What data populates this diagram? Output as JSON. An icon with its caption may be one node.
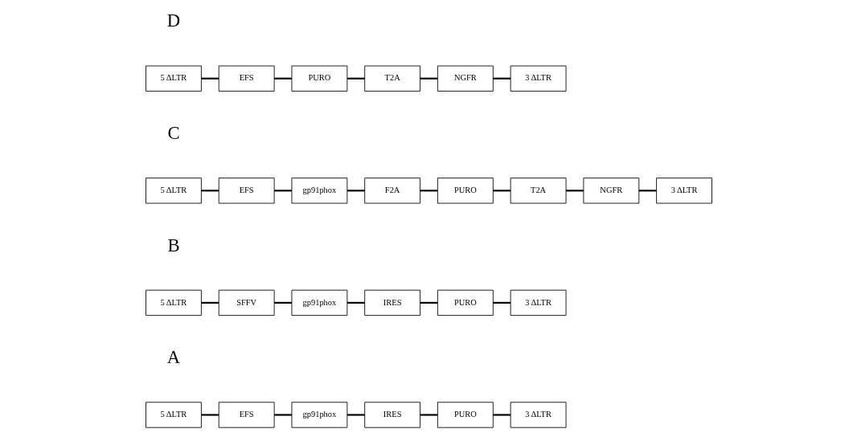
{
  "diagram": {
    "nodes": [
      {
        "text": [
          "5 ΔLTR"
        ]
      },
      {
        "text": [
          "EFS"
        ]
      },
      {
        "text": [
          "gp91phox"
        ]
      },
      {
        "text": [
          "IRES"
        ]
      },
      {
        "text": [
          "PURO"
        ]
      },
      {
        "text": [
          "3 ΔLTR"
        ]
      },
      {
        "text": [
          "5 ΔLTR"
        ]
      },
      {
        "text": [
          "SFFV"
        ]
      },
      {
        "text": [
          "gp91phox"
        ]
      },
      {
        "text": [
          "IRES"
        ]
      },
      {
        "text": [
          "PURO"
        ]
      },
      {
        "text": [
          "3 ΔLTR"
        ]
      },
      {
        "text": [
          "5 ΔLTR"
        ]
      },
      {
        "text": [
          "EFS"
        ]
      },
      {
        "text": [
          "gp91phox"
        ]
      },
      {
        "text": [
          "F2A"
        ]
      },
      {
        "text": [
          "PURO"
        ]
      },
      {
        "text": [
          "T2A"
        ]
      },
      {
        "text": [
          "NGFR"
        ]
      },
      {
        "text": [
          "3 ΔLTR"
        ]
      },
      {
        "text": [
          "5 ΔLTR"
        ]
      },
      {
        "text": [
          "EFS"
        ]
      },
      {
        "text": [
          "PURO"
        ]
      },
      {
        "text": [
          "T2A"
        ]
      },
      {
        "text": [
          "NGFR"
        ]
      },
      {
        "text": [
          "3 ΔLTR"
        ]
      }
    ],
    "edges": [
      {
        "from": 0,
        "to": 1,
        "arrow": "none"
      },
      {
        "from": 1,
        "to": 2,
        "arrow": "none"
      },
      {
        "from": 2,
        "to": 3,
        "arrow": "none"
      },
      {
        "from": 3,
        "to": 4,
        "arrow": "none"
      },
      {
        "from": 4,
        "to": 5,
        "arrow": "none"
      },
      {
        "from": 6,
        "to": 7,
        "arrow": "none"
      },
      {
        "from": 7,
        "to": 8,
        "arrow": "none"
      },
      {
        "from": 8,
        "to": 9,
        "arrow": "none"
      },
      {
        "from": 9,
        "to": 10,
        "arrow": "none"
      },
      {
        "from": 10,
        "to": 11,
        "arrow": "none"
      },
      {
        "from": 12,
        "to": 13,
        "arrow": "none"
      },
      {
        "from": 13,
        "to": 14,
        "arrow": "none"
      },
      {
        "from": 14,
        "to": 15,
        "arrow": "none"
      },
      {
        "from": 15,
        "to": 16,
        "arrow": "none"
      },
      {
        "from": 16,
        "to": 17,
        "arrow": "none"
      },
      {
        "from": 17,
        "to": 18,
        "arrow": "none"
      },
      {
        "from": 18,
        "to": 19,
        "arrow": "none"
      },
      {
        "from": 20,
        "to": 21,
        "arrow": "none"
      },
      {
        "from": 21,
        "to": 22,
        "arrow": "none"
      },
      {
        "from": 22,
        "to": 23,
        "arrow": "none"
      },
      {
        "from": 23,
        "to": 24,
        "arrow": "none"
      },
      {
        "from": 24,
        "to": 25,
        "arrow": "none"
      }
    ],
    "labels": [
      "A",
      "B",
      "C",
      "D"
    ]
  }
}
